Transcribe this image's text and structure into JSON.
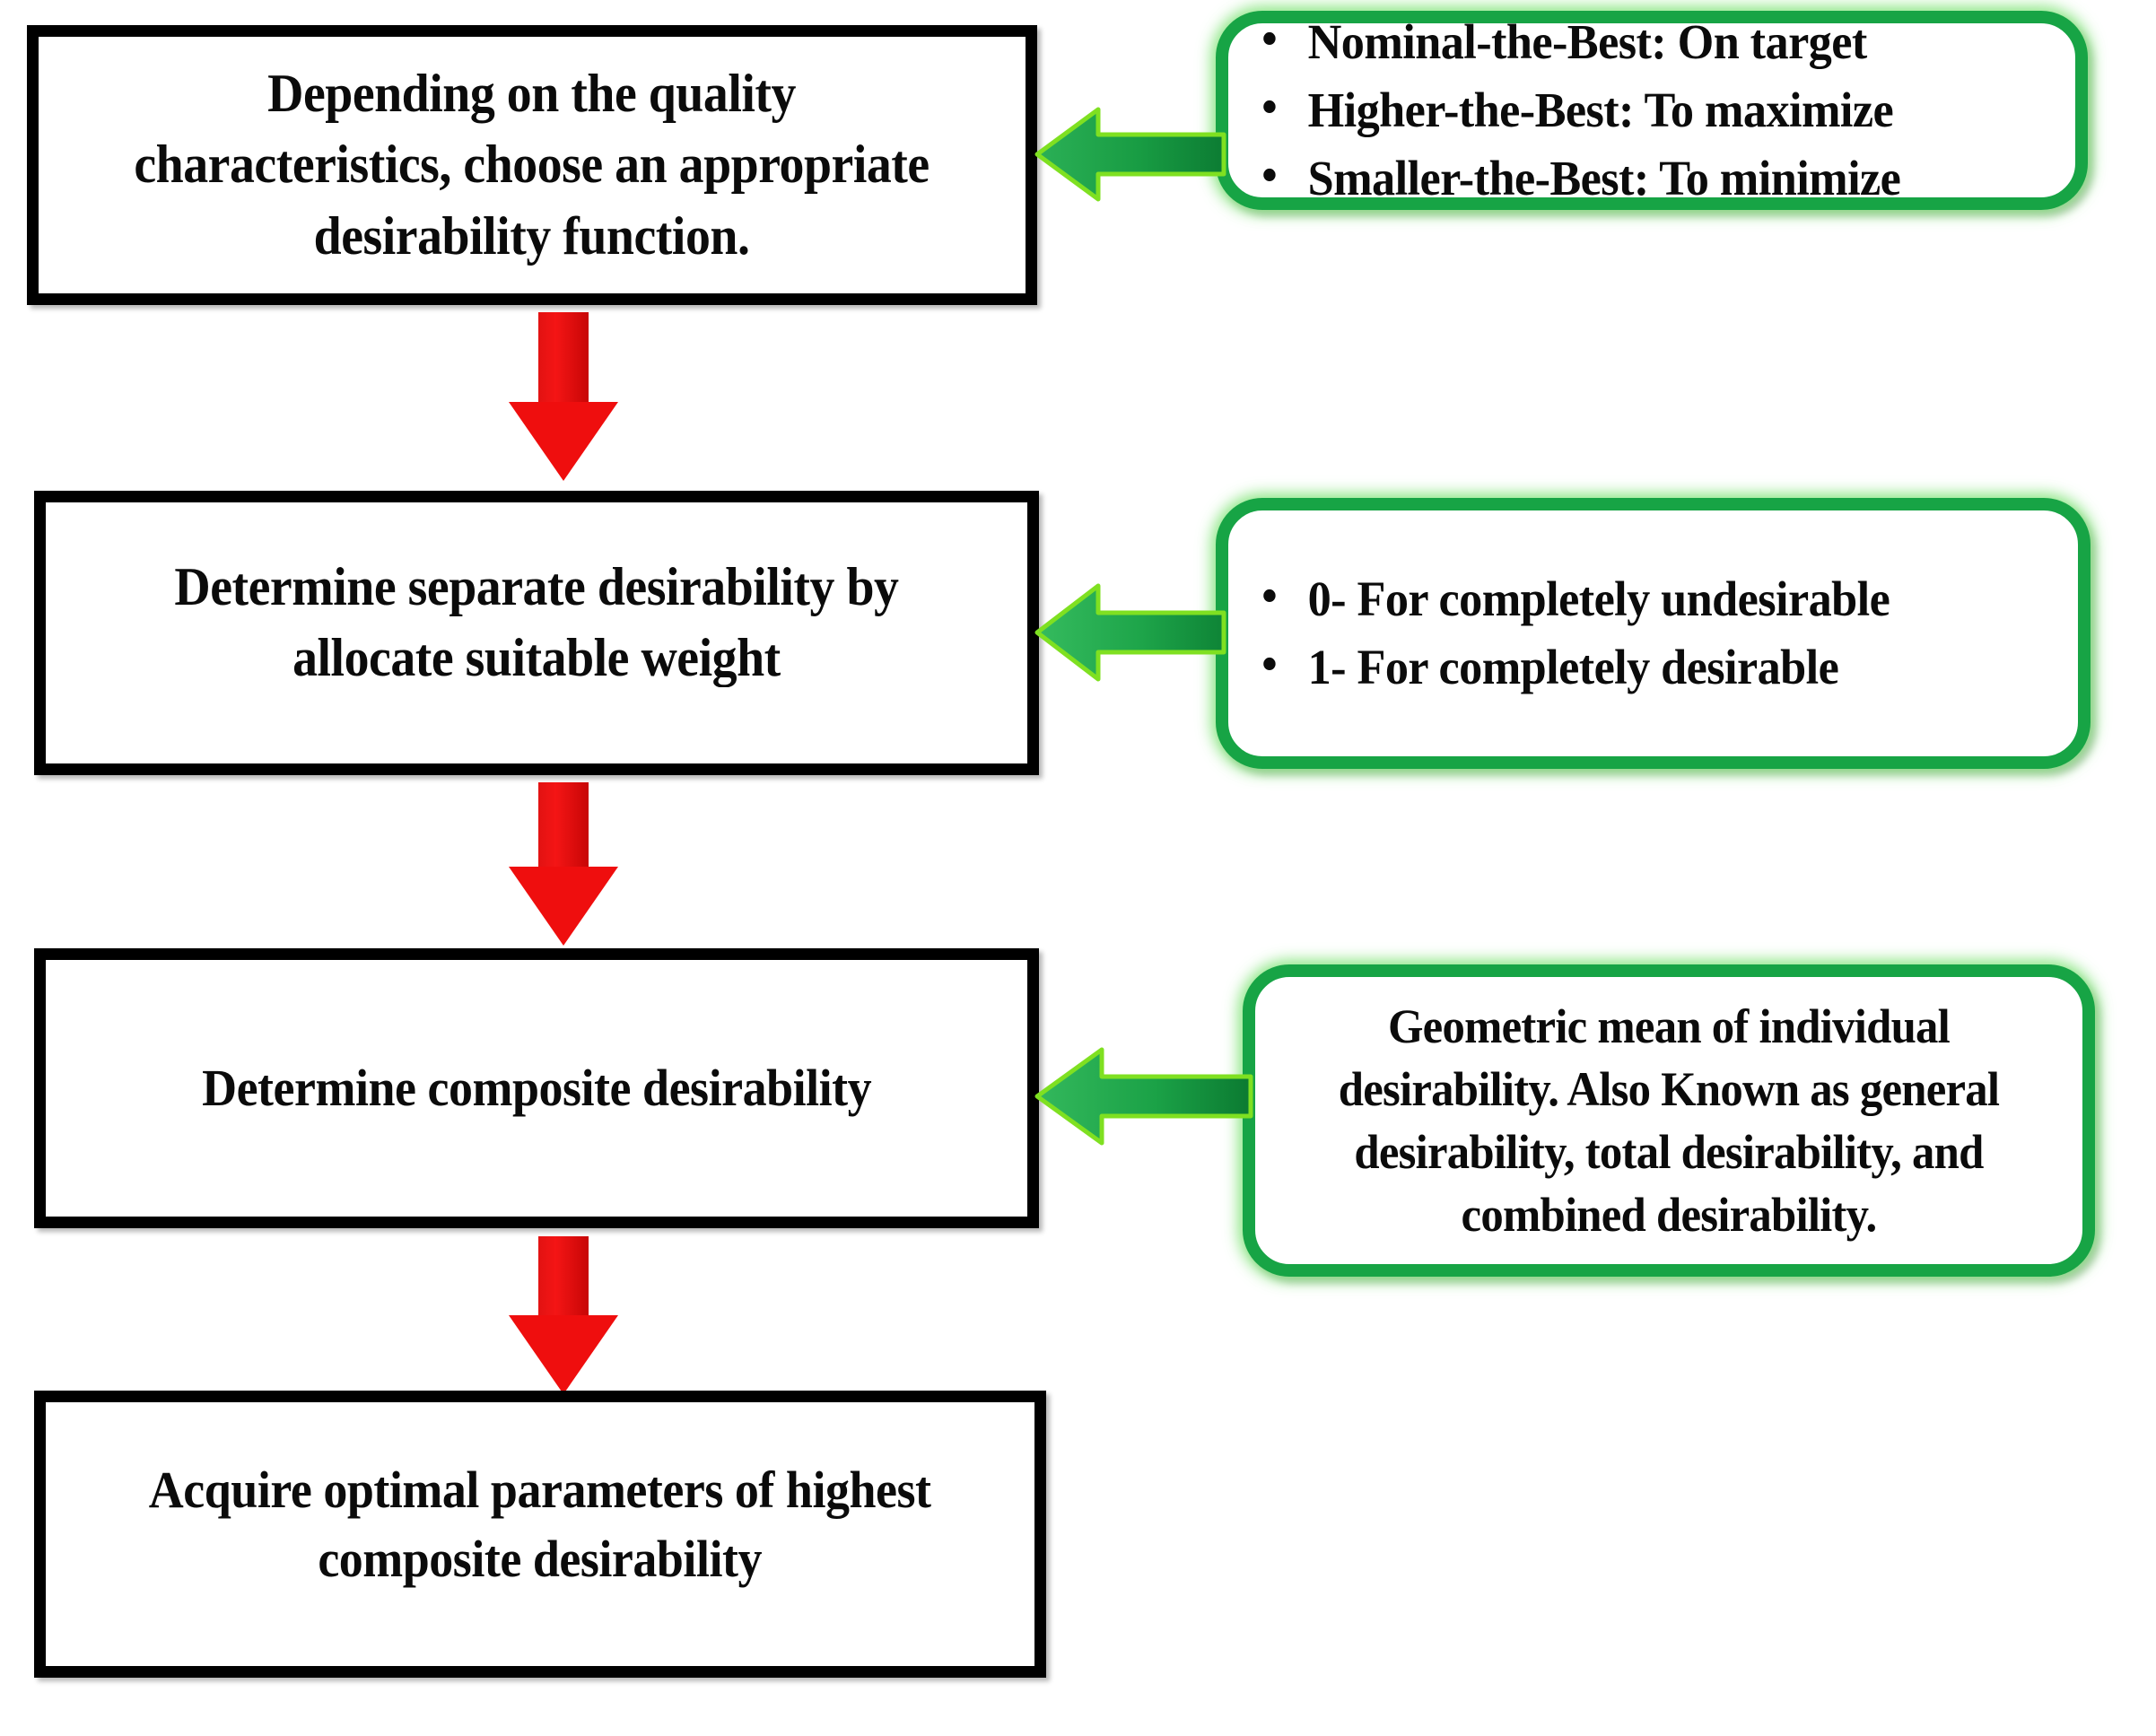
{
  "diagram": {
    "title": "Desirability function optimization flowchart",
    "colors": {
      "box_border": "#000000",
      "box_fill": "#ffffff",
      "callout_border": "#17a445",
      "callout_glow": "#78e26e",
      "down_arrow": "#ef0e0e",
      "side_arrow_fill": "#1a9a45",
      "side_arrow_outline": "#7fe021",
      "text": "#0b0b0b"
    }
  },
  "steps": [
    {
      "id": "step-1",
      "text": "Depending on the quality\ncharacteristics, choose an appropriate\ndesirability function."
    },
    {
      "id": "step-2",
      "text": "Determine separate desirability by\nallocate suitable weight"
    },
    {
      "id": "step-3",
      "text": "Determine composite desirability"
    },
    {
      "id": "step-4",
      "text": "Acquire optimal parameters of highest\ncomposite desirability"
    }
  ],
  "callouts": [
    {
      "id": "callout-1",
      "kind": "bullets",
      "items": [
        "Nominal-the-Best: On target",
        "Higher-the-Best: To maximize",
        "Smaller-the-Best: To minimize"
      ]
    },
    {
      "id": "callout-2",
      "kind": "bullets",
      "items": [
        "0- For completely undesirable",
        "1- For completely desirable"
      ]
    },
    {
      "id": "callout-3",
      "kind": "paragraph",
      "text": "Geometric mean of individual\ndesirability. Also Known as general\ndesirability, total desirability, and\ncombined desirability."
    }
  ],
  "connectors": {
    "down_arrows": [
      "flow-1-to-2",
      "flow-2-to-3",
      "flow-3-to-4"
    ],
    "side_arrows": [
      "note-1-to-step-1",
      "note-2-to-step-2",
      "note-3-to-step-3"
    ]
  }
}
